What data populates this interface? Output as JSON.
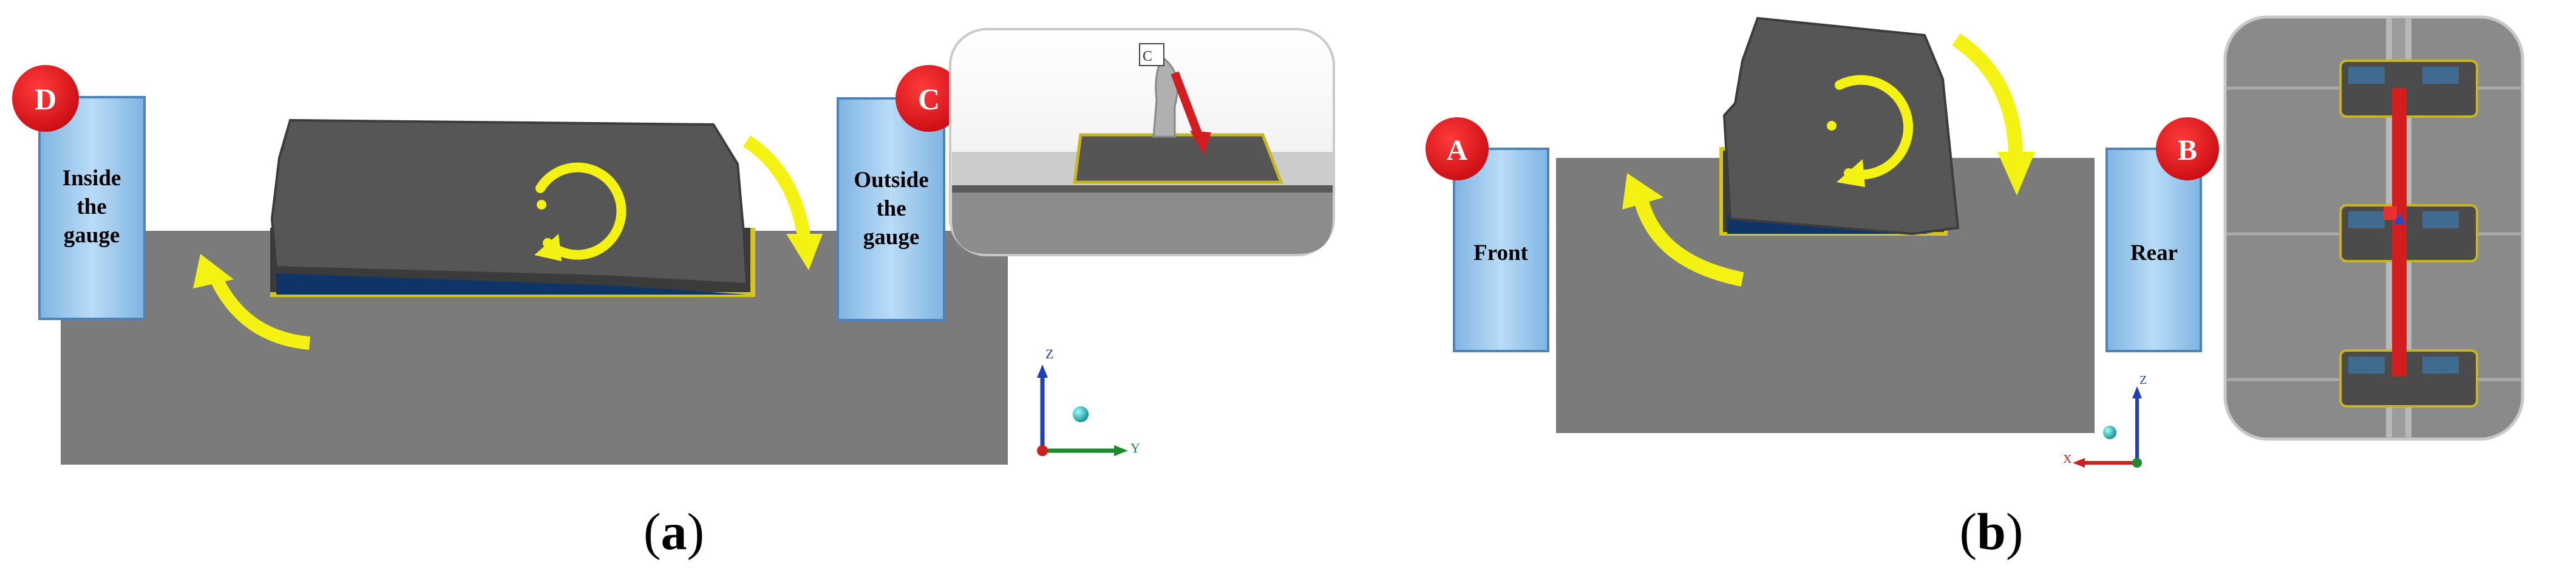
{
  "colors": {
    "background": "#ffffff",
    "base_block": "#7b7b7b",
    "part": "#565656",
    "callout_box": "#9fc9ec",
    "badge_red": "#e8121a",
    "arrow_yellow": "#f3f212",
    "inset_bg": "#8a8a8a",
    "axis_z": "#1f3fb5",
    "axis_y": "#1e8a2e",
    "axis_x": "#cf2020",
    "probe_red": "#d21e1e"
  },
  "icons": [
    "rotation-yellow-circle-icon",
    "curved-yellow-arrow-icon",
    "axis-triad-icon",
    "red-probe-icon"
  ],
  "panel_a": {
    "caption_letter": "a",
    "boxes": [
      {
        "badge": "D",
        "label_lines": [
          "Inside",
          "the",
          "gauge"
        ]
      },
      {
        "badge": "C",
        "label_lines": [
          "Outside",
          "the",
          "gauge"
        ]
      }
    ],
    "inset_tag": "C",
    "axes": {
      "z": "Z",
      "y": "Y"
    }
  },
  "panel_b": {
    "caption_letter": "b",
    "boxes": [
      {
        "badge": "A",
        "label_lines": [
          "Front"
        ]
      },
      {
        "badge": "B",
        "label_lines": [
          "Rear"
        ]
      }
    ],
    "axes": {
      "z": "Z",
      "x": "X"
    }
  }
}
